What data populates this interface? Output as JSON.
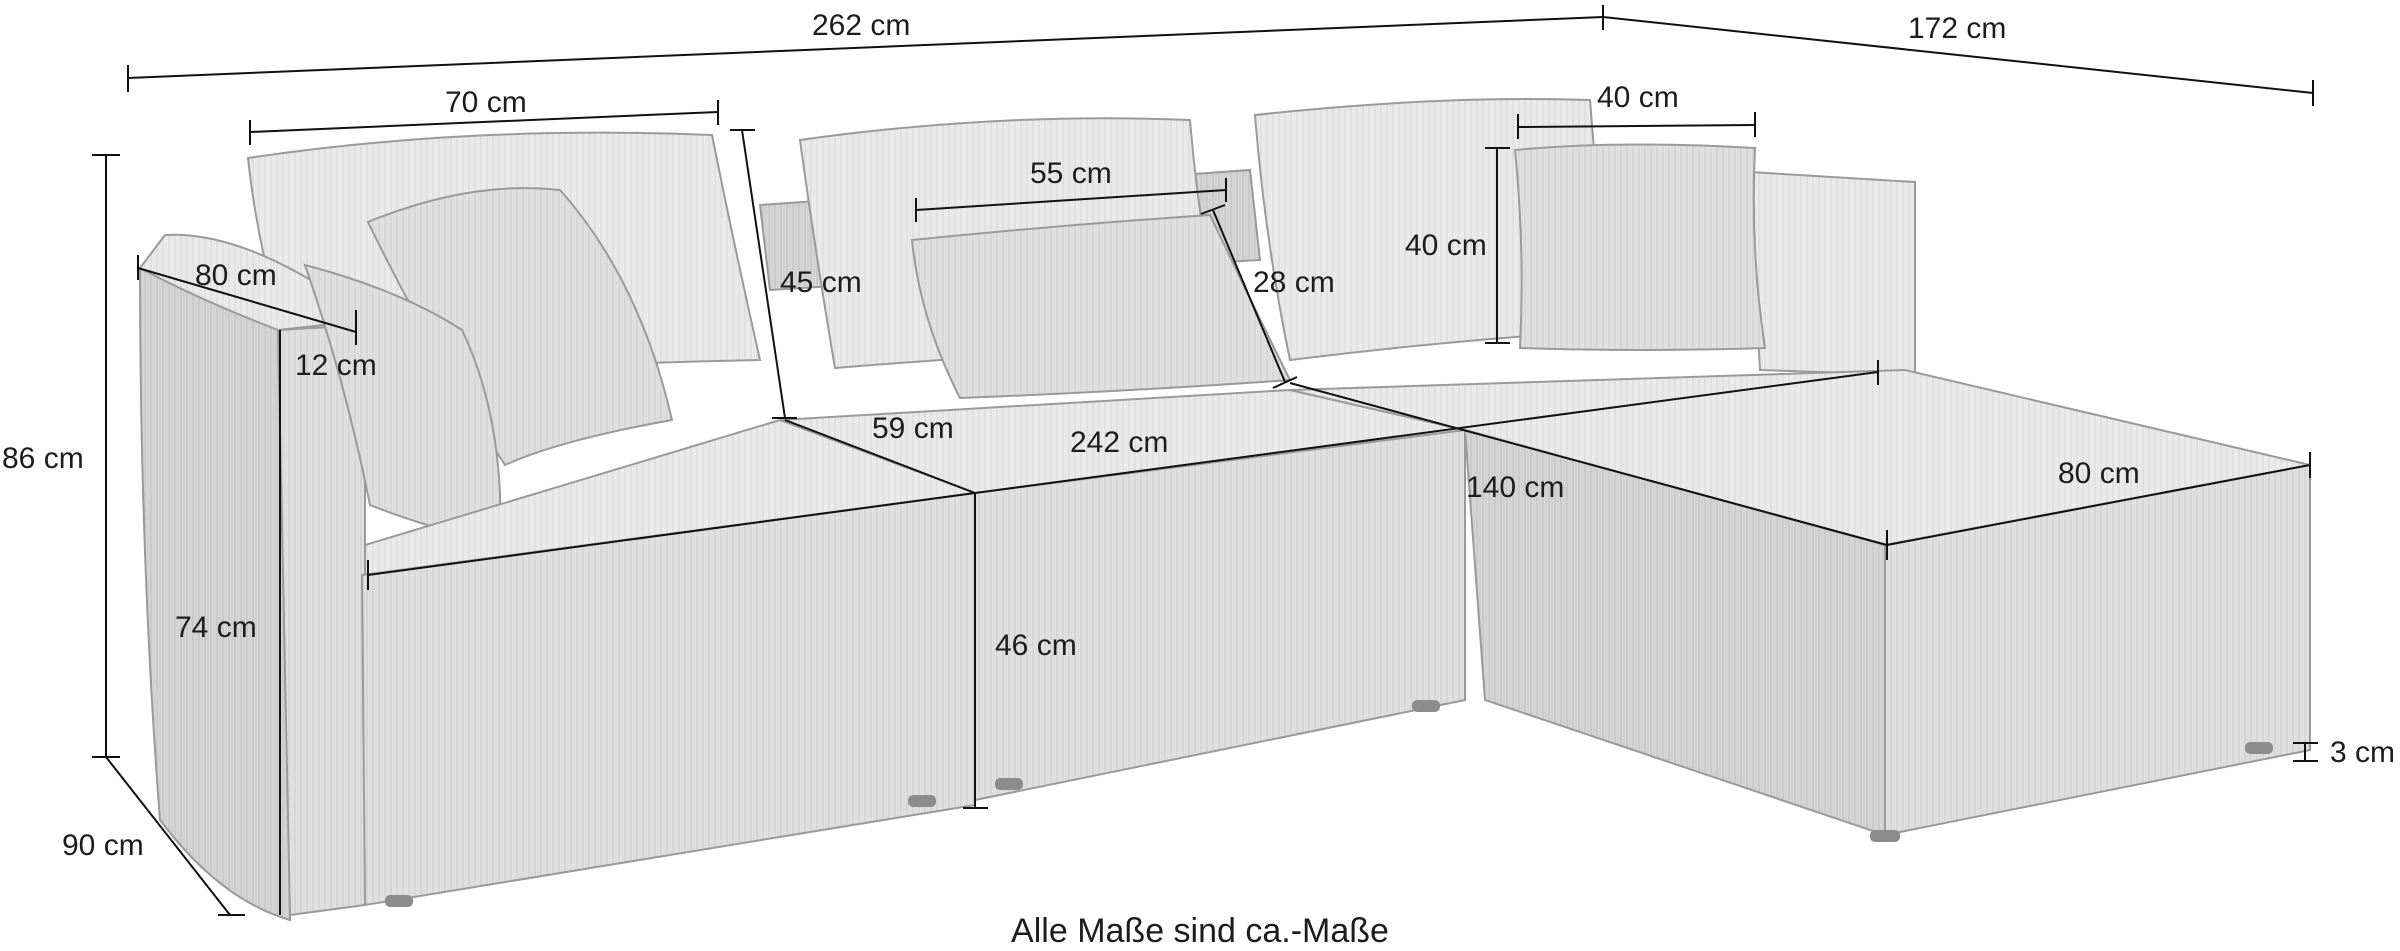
{
  "colors": {
    "upholstery_light": "#ececec",
    "upholstery_mid": "#dcdcdc",
    "upholstery_dark": "#cfcfcf",
    "seam": "#9a9a9a",
    "dimension_line": "#111111",
    "text": "#1c1c1c"
  },
  "dimensions": {
    "total_width": "262 cm",
    "chaise_depth_total": "172 cm",
    "back_cushion_width": "70 cm",
    "pillow_width_middle": "55 cm",
    "pillow_width_right": "40 cm",
    "pillow_height_right": "40 cm",
    "arm_depth": "80 cm",
    "arm_width": "12 cm",
    "back_cushion_height": "45 cm",
    "pillow_height_middle": "28 cm",
    "total_height": "86 cm",
    "seat_depth": "59 cm",
    "seat_width": "242 cm",
    "chaise_length": "140 cm",
    "chaise_width": "80 cm",
    "arm_height": "74 cm",
    "seat_height": "46 cm",
    "foot_height": "3 cm",
    "depth": "90 cm"
  },
  "footnote": "Alle Maße sind ca.-Maße"
}
